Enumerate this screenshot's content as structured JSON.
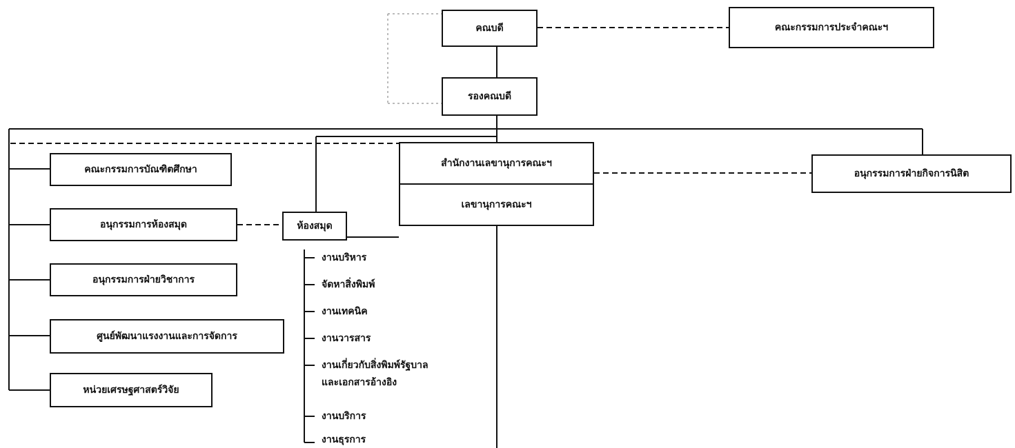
{
  "org_chart": {
    "dean": "คณบดี",
    "faculty_committee": "คณะกรรมการประจำคณะฯ",
    "deputy_dean": "รองคณบดี",
    "secretary_office": {
      "top": "สำนักงานเลขานุการคณะฯ",
      "bottom": "เลขานุการคณะฯ"
    },
    "student_affairs_committee": "อนุกรรมการฝ่ายกิจการนิสิต",
    "left_units": [
      "คณะกรรมการบัณฑิตศึกษา",
      "อนุกรรมการห้องสมุด",
      "อนุกรรมการฝ่ายวิชาการ",
      "ศูนย์พัฒนาแรงงานและการจัดการ",
      "หน่วยเศรษฐศาสตร์วิจัย"
    ],
    "library": "ห้องสมุด",
    "library_sections": [
      "งานบริหาร",
      "จัดหาสิ่งพิมพ์",
      "งานเทคนิค",
      "งานวารสาร",
      "งานเกี่ยวกับสิ่งพิมพ์รัฐบาล",
      "และเอกสารอ้างอิง",
      "งานบริการ",
      "งานธุรการ"
    ]
  }
}
